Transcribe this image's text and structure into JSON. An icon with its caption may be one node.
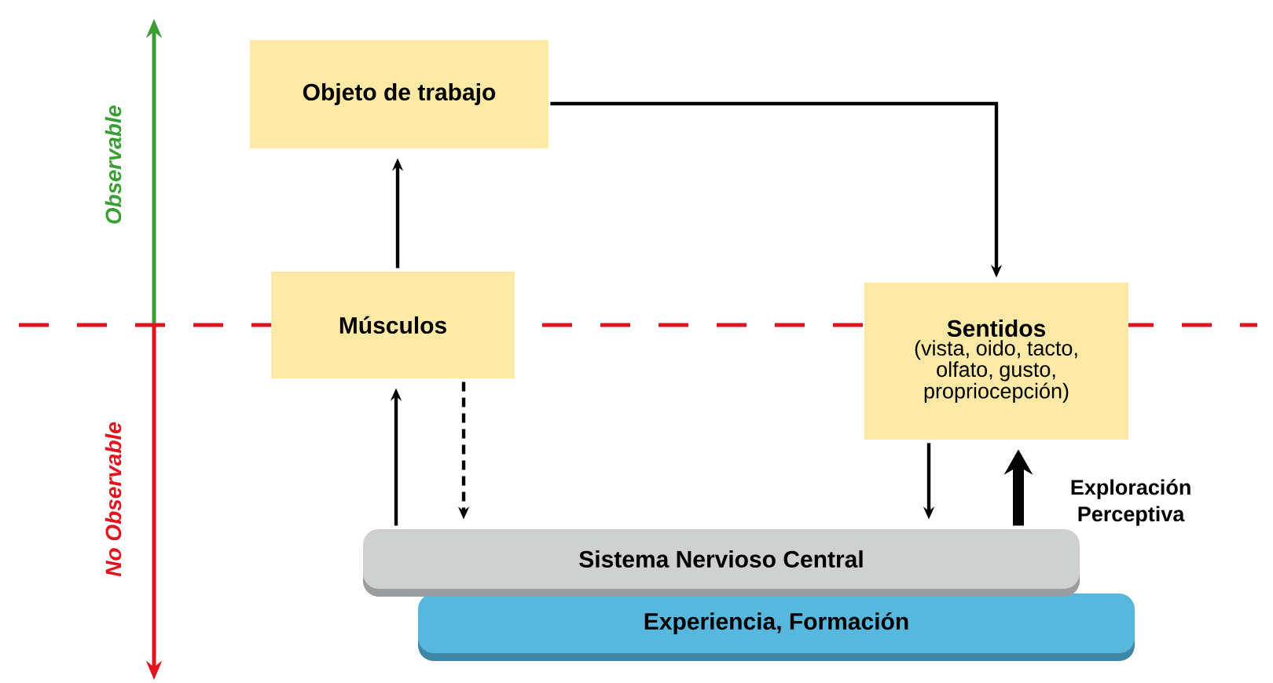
{
  "diagram": {
    "nodes": [
      {
        "text": [
          "Objeto de trabajo"
        ]
      },
      {
        "text": [
          "Músculos"
        ]
      },
      {
        "text": [
          "Sentidos",
          "(vista, oido, tacto, olfato, gusto, propriocepción)"
        ]
      },
      {
        "text": [
          "Sistema Nervioso Central"
        ]
      },
      {
        "text": [
          "Experiencia, Formación"
        ]
      }
    ],
    "edges": [
      {
        "from": 1,
        "to": 0,
        "arrow": "to"
      },
      {
        "from": 0,
        "to": 2,
        "arrow": "to"
      },
      {
        "from": 3,
        "to": 1,
        "arrow": "to"
      },
      {
        "from": 1,
        "to": 3,
        "arrow": "to",
        "style": "dashed"
      },
      {
        "from": 2,
        "to": 3,
        "arrow": "to"
      },
      {
        "from": 3,
        "to": 2,
        "arrow": "to",
        "style": "thick",
        "label": "Exploración Perceptiva"
      }
    ],
    "labels": [
      "Observable",
      "No Observable"
    ]
  }
}
